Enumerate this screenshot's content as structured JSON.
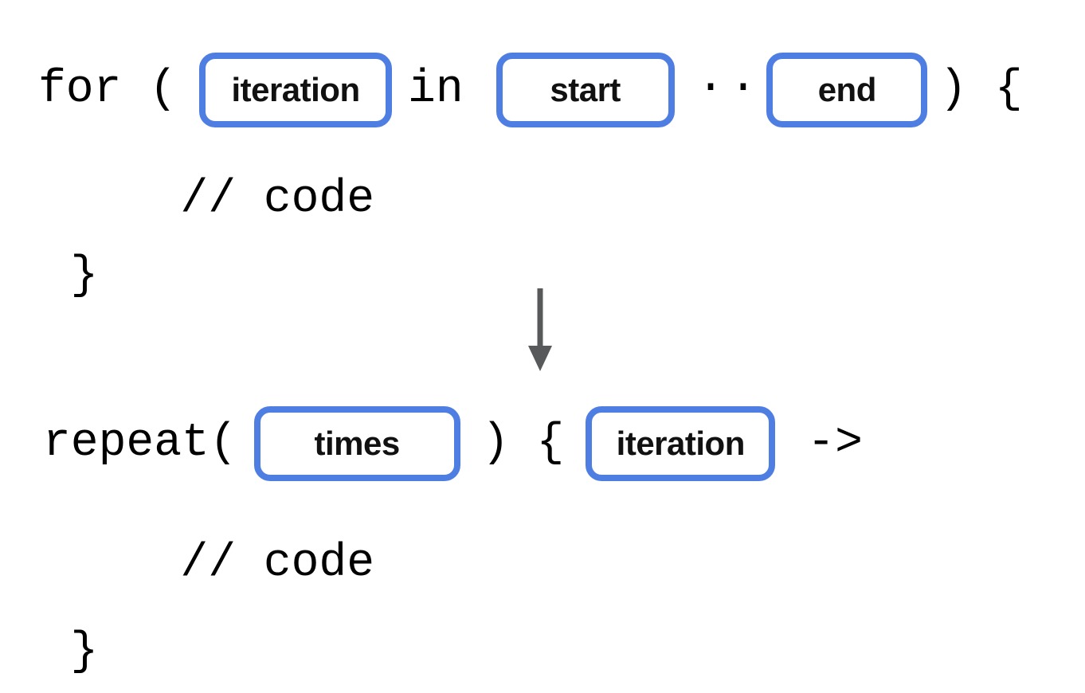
{
  "colors": {
    "pill_border": "#4f7ee3",
    "arrow": "#58595b",
    "code_text": "#000000",
    "pill_label": "#111111",
    "background": "#ffffff"
  },
  "icons": {
    "transform_arrow": "down-arrow"
  },
  "for_block": {
    "keyword_open": "for (",
    "pill_iteration": "iteration",
    "in_keyword": "in",
    "pill_start": "start",
    "range_operator": "..",
    "close_paren_open_brace": ") {",
    "body_comment": "// code",
    "closing_brace": "}"
  },
  "repeat_block": {
    "keyword_open": "repeat(",
    "pill_times": "times",
    "close_paren": ")",
    "open_brace": "{",
    "pill_iteration": "iteration",
    "lambda_arrow": "->",
    "body_comment": "// code",
    "closing_brace": "}"
  }
}
